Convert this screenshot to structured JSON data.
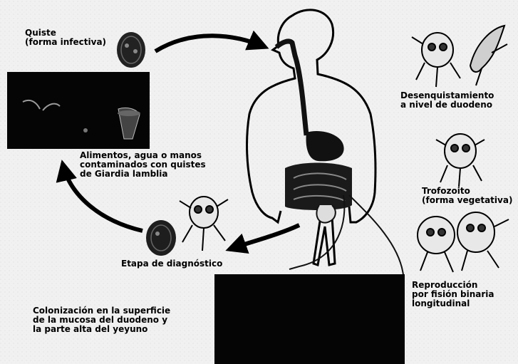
{
  "labels": {
    "cyst_infective": "Quiste\n(forma infectiva)",
    "excystation": "Desenquistamiento\na nivel de duodeno",
    "contaminated_sources": "Alimentos, agua o manos\ncontaminados con quistes\nde Giardia lamblia",
    "trophozoite": "Trofozoito\n(forma vegetativa)",
    "diagnostic_stage": "Etapa de diagnóstico",
    "reproduction": "Reproducción\npor fisión binaria\nlongitudinal",
    "colonization": "Colonización en la superficie\nde la mucosa del duodeno y\nla parte alta del yeyuno"
  }
}
